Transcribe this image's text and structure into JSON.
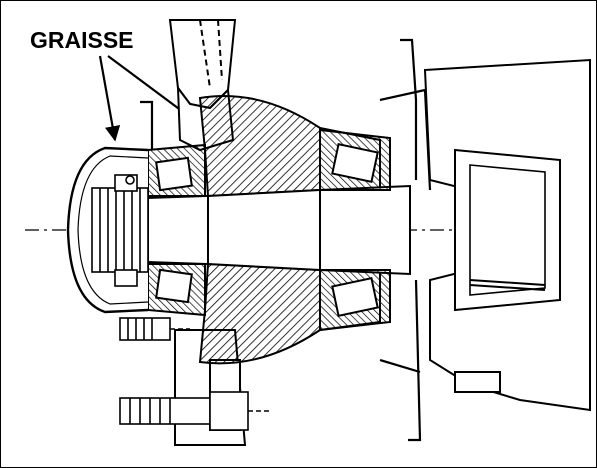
{
  "figure": {
    "callout_label": "GRAISSE"
  },
  "colors": {
    "ink": "#000000",
    "paper": "#ffffff"
  },
  "parts": {
    "hub_cap": "hub-cap",
    "inner_bearing": "inner-bearing",
    "outer_bearing": "outer-bearing",
    "spindle": "spindle",
    "hub_cavity": "hub-cavity-grease",
    "knuckle": "steering-knuckle",
    "brake_shield": "brake-shield",
    "brake_caliper": "brake-caliper",
    "castle_nut": "castle-nut",
    "bolt_upper": "mounting-bolt-upper",
    "bolt_lower": "mounting-bolt-lower"
  }
}
